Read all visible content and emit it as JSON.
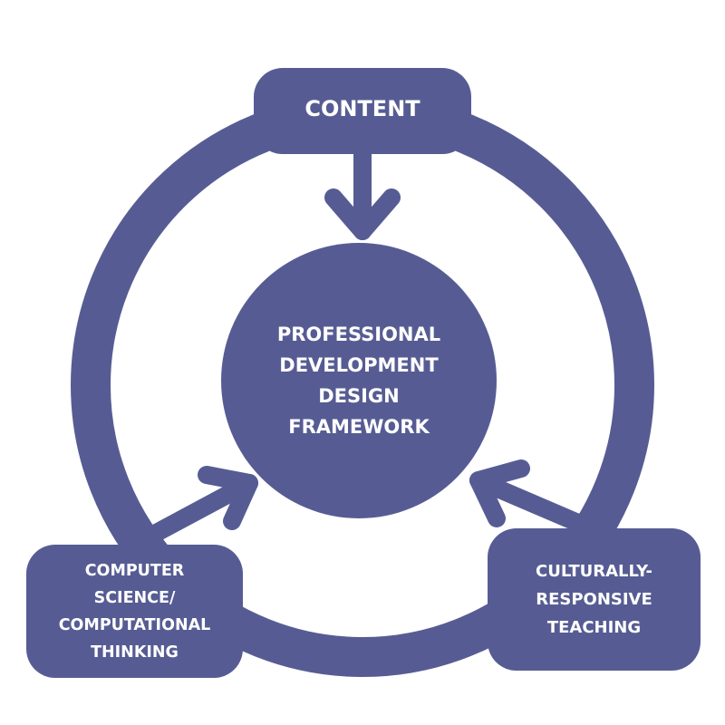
{
  "colors": {
    "primary": "#565c93",
    "text": "#ffffff"
  },
  "center": {
    "label": "PROFESSIONAL\nDEVELOPMENT\nDESIGN\nFRAMEWORK"
  },
  "nodes": {
    "top": {
      "label": "CONTENT"
    },
    "left": {
      "label": "COMPUTER\nSCIENCE/\nCOMPUTATIONAL\nTHINKING"
    },
    "right": {
      "label": "CULTURALLY-\nRESPONSIVE\nTEACHING"
    }
  }
}
